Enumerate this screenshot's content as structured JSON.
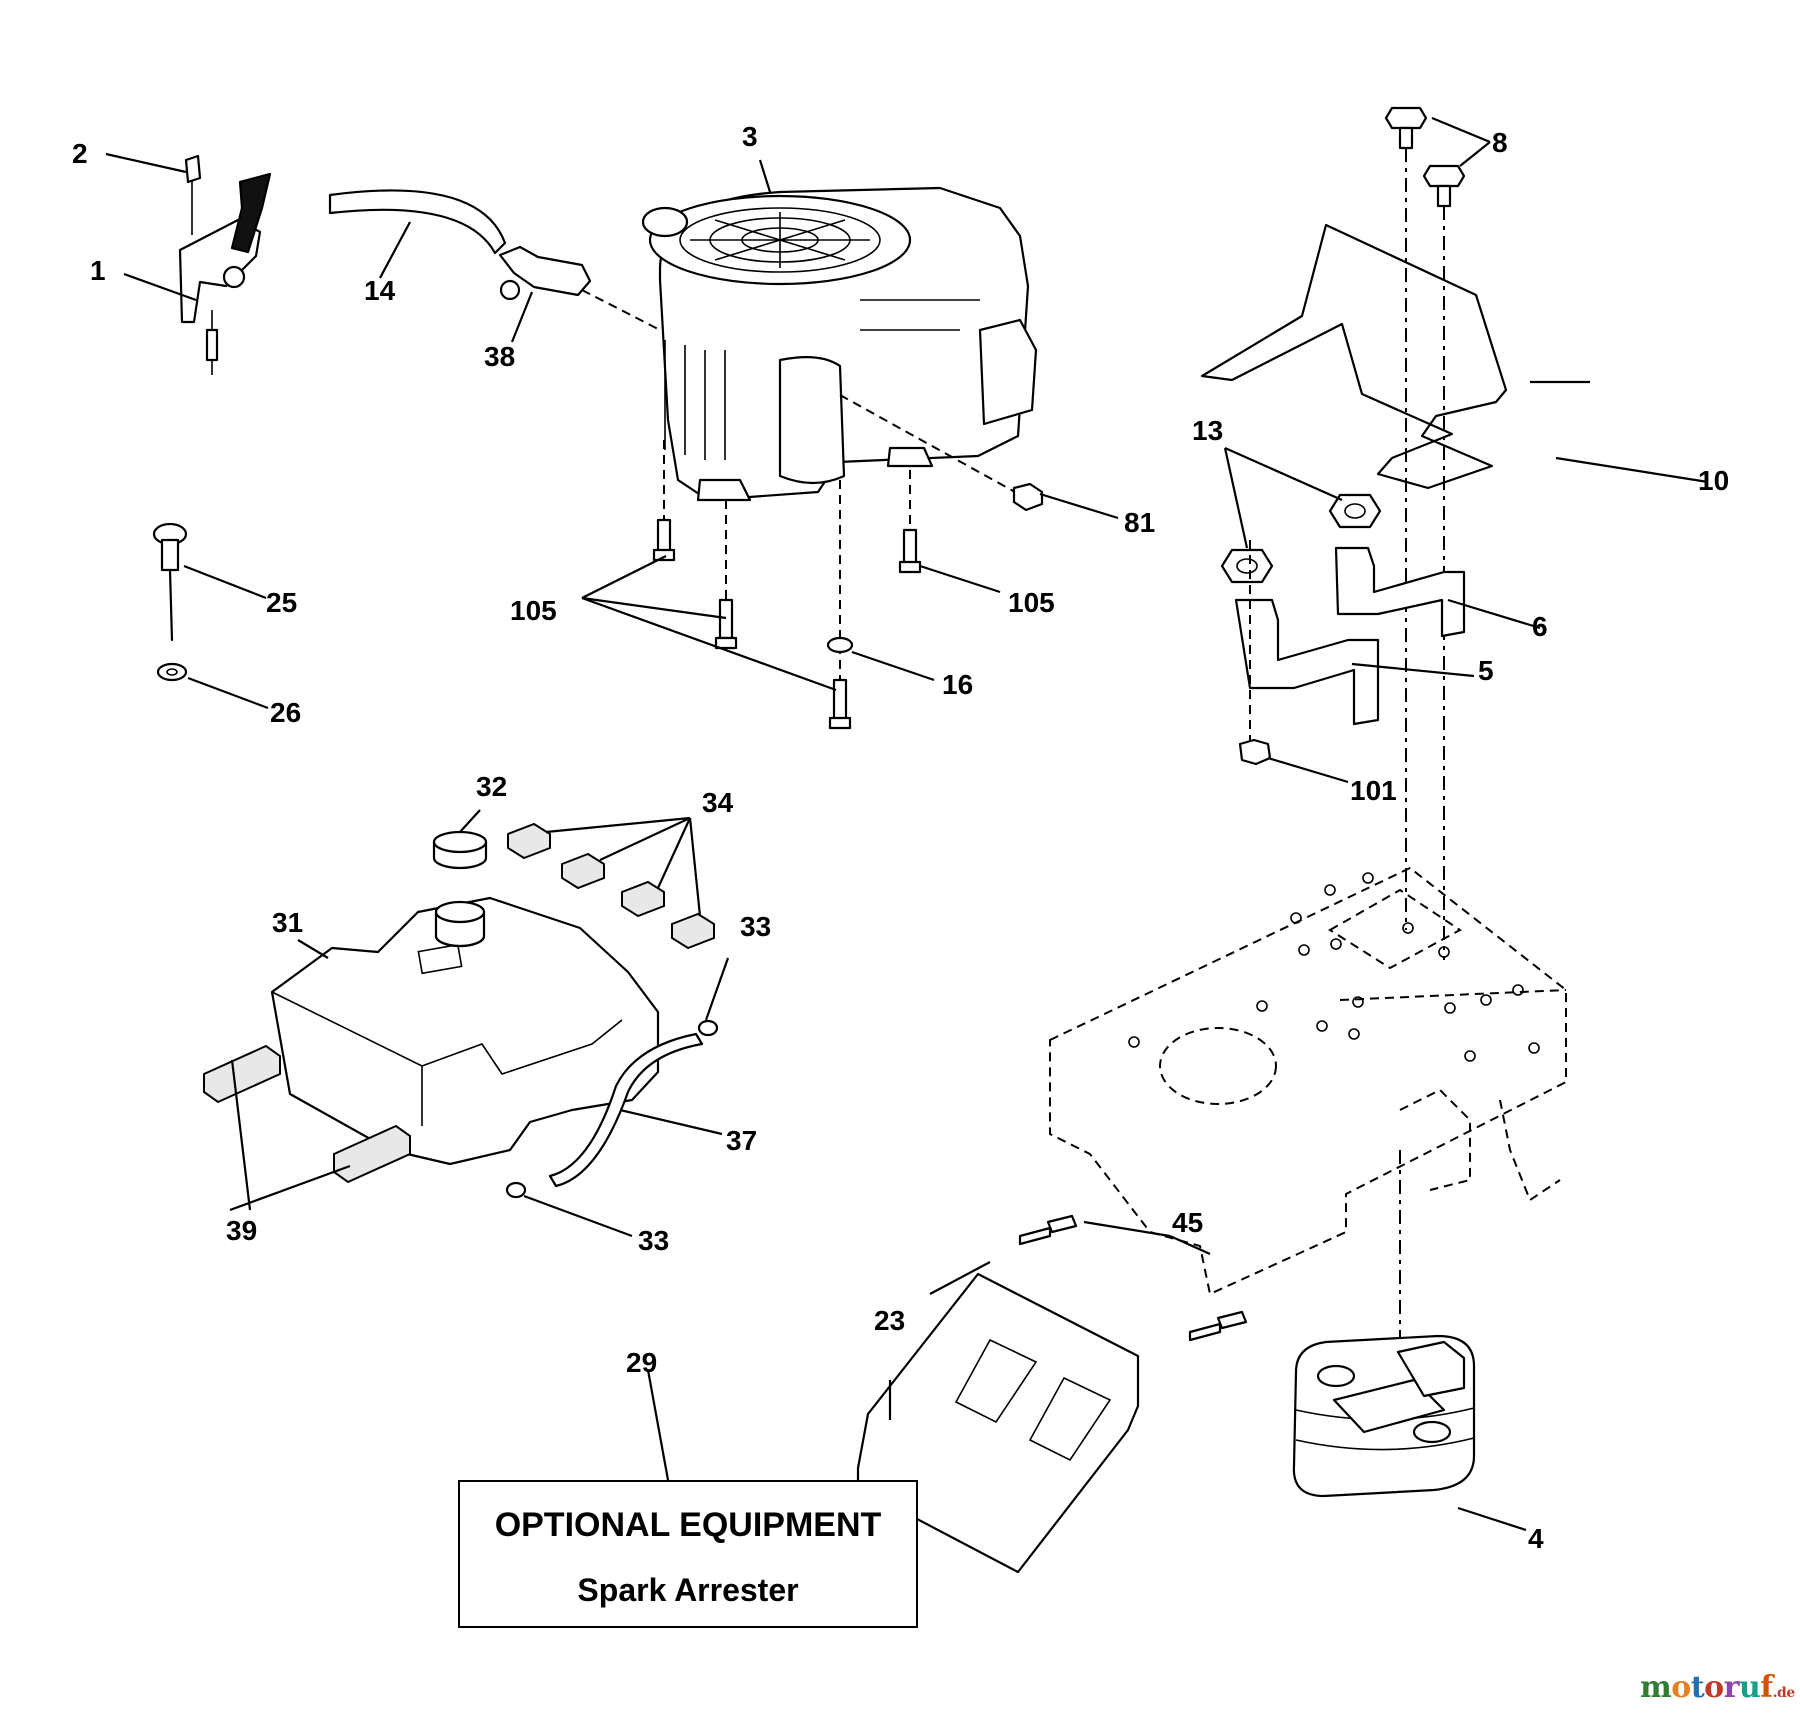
{
  "callouts": [
    {
      "id": "c1",
      "text": "1"
    },
    {
      "id": "c2",
      "text": "2"
    },
    {
      "id": "c3",
      "text": "3"
    },
    {
      "id": "c4",
      "text": "4"
    },
    {
      "id": "c5",
      "text": "5"
    },
    {
      "id": "c6",
      "text": "6"
    },
    {
      "id": "c8",
      "text": "8"
    },
    {
      "id": "c10",
      "text": "10"
    },
    {
      "id": "c13",
      "text": "13"
    },
    {
      "id": "c14",
      "text": "14"
    },
    {
      "id": "c16",
      "text": "16"
    },
    {
      "id": "c23",
      "text": "23"
    },
    {
      "id": "c25",
      "text": "25"
    },
    {
      "id": "c26",
      "text": "26"
    },
    {
      "id": "c29",
      "text": "29"
    },
    {
      "id": "c31",
      "text": "31"
    },
    {
      "id": "c32",
      "text": "32"
    },
    {
      "id": "c33a",
      "text": "33"
    },
    {
      "id": "c33b",
      "text": "33"
    },
    {
      "id": "c34",
      "text": "34"
    },
    {
      "id": "c37",
      "text": "37"
    },
    {
      "id": "c38",
      "text": "38"
    },
    {
      "id": "c39",
      "text": "39"
    },
    {
      "id": "c45",
      "text": "45"
    },
    {
      "id": "c81",
      "text": "81"
    },
    {
      "id": "c101",
      "text": "101"
    },
    {
      "id": "c105a",
      "text": "105"
    },
    {
      "id": "c105b",
      "text": "105"
    }
  ],
  "note": {
    "title": "OPTIONAL EQUIPMENT",
    "subtitle": "Spark Arrester"
  },
  "watermark": {
    "brand_m": "m",
    "brand_o1": "o",
    "brand_t": "t",
    "brand_o2": "o",
    "brand_r": "r",
    "brand_u": "u",
    "brand_f": "f",
    "tld": ".de",
    "colors": [
      "#2e7d32",
      "#e67e22",
      "#1f6fb2",
      "#c0392b",
      "#8e44ad",
      "#16a085",
      "#d35400"
    ]
  }
}
